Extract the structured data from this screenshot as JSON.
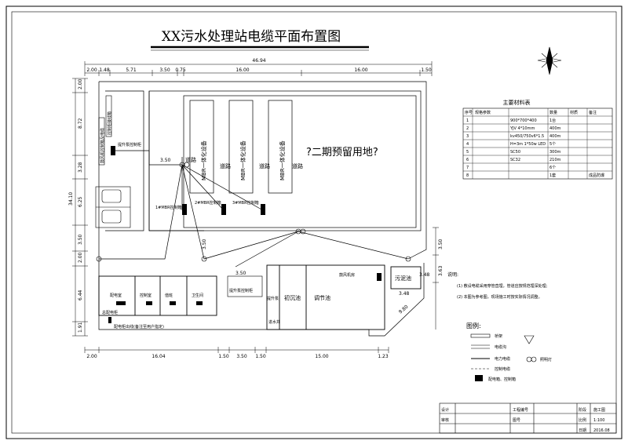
{
  "title": "XX污水处理站电缆平面布置图",
  "dims": {
    "top_total": "46.94",
    "top_segments": [
      "2.00",
      "1.48",
      "5.71",
      "3.50",
      "0.75",
      "16.00",
      "16.00",
      "1.50"
    ],
    "bottom_segments": [
      "2.00",
      "16.04",
      "1.50",
      "3.50",
      "1.50",
      "15.00",
      "1.23"
    ],
    "left_total": "34.10",
    "left_segments": [
      "2.00",
      "8.72",
      "3.28",
      "6.25",
      "3.50",
      "2.00",
      "6.44",
      "1.91"
    ],
    "right_segments": [
      "3.50",
      "3.63",
      "3.48"
    ],
    "inner": {
      "pipe_gap": "3.50",
      "mbr_gap": "3.50",
      "vert_a": "3.50",
      "tank_w": "3.48",
      "diag": "9.80"
    }
  },
  "plan": {
    "mbr_units": [
      "MBR一体化设备",
      "MBR一体化设备",
      "MBR一体化设备"
    ],
    "road": "道路",
    "reserve_area": "?二期预留用地?",
    "mbr_controllers": [
      "1#MBR控制箱",
      "2#MBR控制箱",
      "3#MBR控制箱"
    ],
    "dosing_panel": "提升泵控制柜",
    "lift_box": "提升泵控制柜",
    "sludge_tank": "污泥池",
    "grit_tank": "初沉池",
    "equal_tank": "调节池",
    "lift_pump": "提升泵",
    "inlet_well": "进水井",
    "blower_room": "鼓风机房",
    "main_panel": "总配电柜",
    "rooms": [
      "配电室",
      "控制室",
      "值班",
      "卫生间"
    ],
    "note_bottom": "配电柜出线(备注至用户指定)",
    "note_left": "鼓风机控制箱及电缆",
    "note_top": "控制柜接线箱"
  },
  "material_table": {
    "title": "主要材料表",
    "headers": [
      "序号",
      "规格参数",
      "数量",
      "材质",
      "备注"
    ],
    "rows": [
      [
        "1",
        "900*700*400",
        "1台",
        "",
        ""
      ],
      [
        "2",
        "YJV 4*10mm",
        "400m",
        "",
        ""
      ],
      [
        "3",
        "kv450/750v6*1.5",
        "400m",
        "",
        ""
      ],
      [
        "4",
        "H=3m 1*50w LED",
        "5个",
        "",
        ""
      ],
      [
        "5",
        "SC50",
        "300m",
        "",
        ""
      ],
      [
        "6",
        "SC32",
        "210m",
        "",
        ""
      ],
      [
        "7",
        "",
        "6个",
        "",
        ""
      ],
      [
        "8",
        "",
        "1套",
        "",
        "成品防爆"
      ]
    ]
  },
  "notes": {
    "heading": "说明:",
    "items": [
      "(1) 敷设电缆采用穿管直埋，管道应按规范埋深处理;",
      "(2) 本图为参考图，现场施工时按实际情况调整。"
    ]
  },
  "legend": {
    "heading": "图例:",
    "items": [
      "桥架",
      "电缆沟",
      "电力电缆",
      "控制电缆",
      "照明灯",
      "配电箱、控制箱"
    ]
  },
  "title_block": {
    "labels": [
      "工程编号",
      "阶段",
      "比例",
      "日期",
      "图号",
      "设计",
      "审核"
    ],
    "values": [
      "施工图",
      "1:100",
      "2016.08"
    ]
  }
}
